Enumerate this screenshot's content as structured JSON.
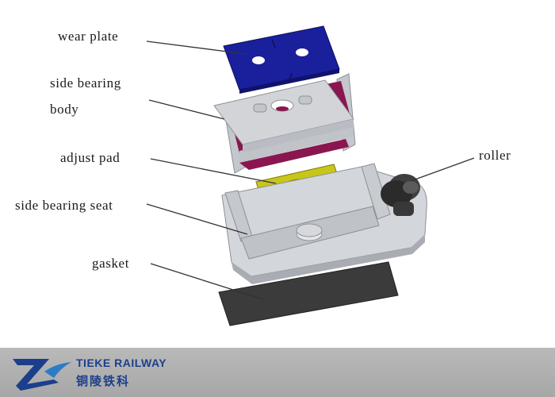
{
  "labels": {
    "wear_plate": "wear plate",
    "side_bearing_body_line1": "side bearing",
    "side_bearing_body_line2": "body",
    "adjust_pad": "adjust pad",
    "side_bearing_seat": "side bearing seat",
    "gasket": "gasket",
    "roller": "roller"
  },
  "footer": {
    "brand_en": "TIEKE RAILWAY",
    "brand_zh": "铜陵铁科",
    "logo_icon": "tz-monogram-logo"
  },
  "colors": {
    "wear_plate": "#1a1f9c",
    "body_shell": "#d2d4d8",
    "body_inner": "#8a1650",
    "adjust_pad": "#c9c61a",
    "seat": "#d3d6da",
    "gasket": "#3b3b3b",
    "roller": "#3f3f3f",
    "footer_bg": "#b0b0b0",
    "brand": "#1c3f8c"
  }
}
